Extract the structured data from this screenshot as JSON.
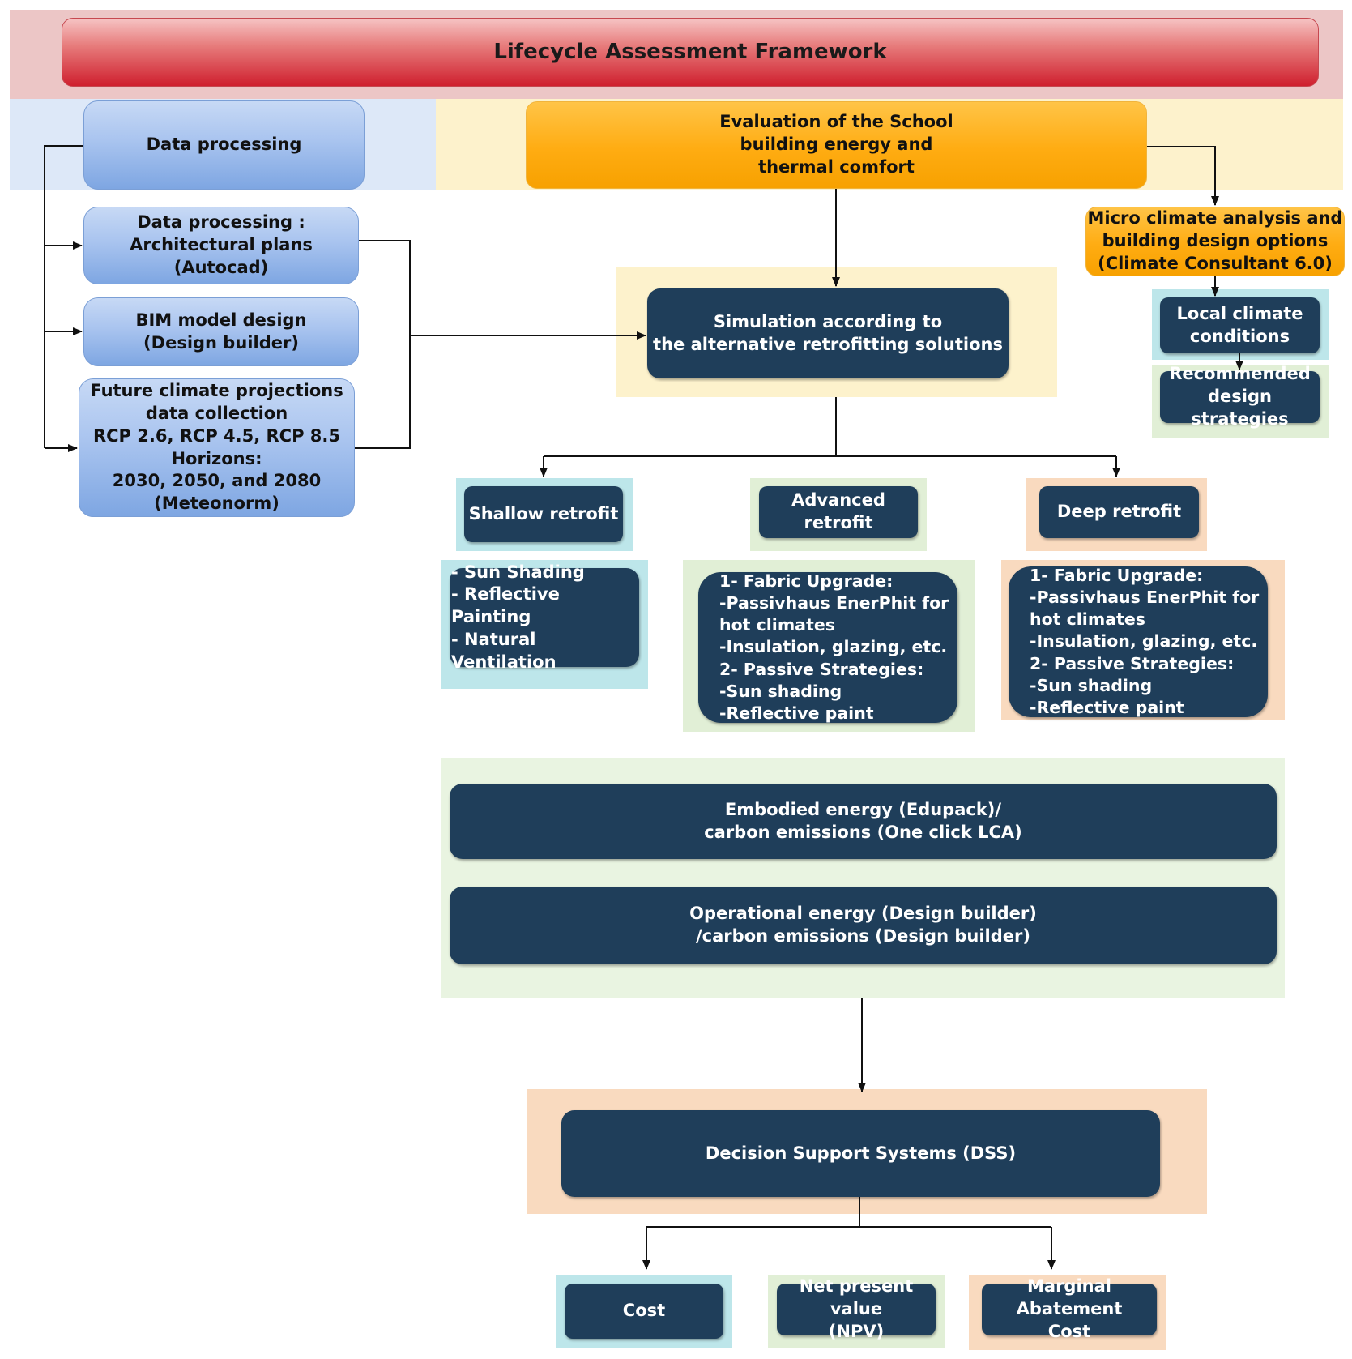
{
  "diagram": {
    "title": "Lifecycle Assessment Framework",
    "data_processing": {
      "header": "Data processing",
      "items": [
        "Data processing :\nArchitectural plans\n(Autocad)",
        "BIM model design\n(Design builder)",
        "Future climate projections\ndata collection\nRCP 2.6, RCP 4.5, RCP 8.5\nHorizons:\n2030, 2050, and 2080\n(Meteonorm)"
      ]
    },
    "evaluation": "Evaluation of the School\nbuilding energy and\nthermal comfort",
    "simulation": "Simulation according to\nthe alternative retrofitting solutions",
    "micro_climate": {
      "header": "Micro climate analysis and\nbuilding design options\n(Climate Consultant 6.0)",
      "local": "Local climate\nconditions",
      "recommended": "Recommended\ndesign strategies"
    },
    "retrofits": [
      {
        "label": "Shallow retrofit",
        "details": "- Sun Shading\n- Reflective Painting\n- Natural Ventilation"
      },
      {
        "label": "Advanced retrofit",
        "details": "1- Fabric Upgrade:\n      -Passivhaus EnerPhit for\n        hot climates\n      -Insulation, glazing, etc.\n2- Passive Strategies:\n      -Sun shading\n      -Reflective paint"
      },
      {
        "label": "Deep retrofit",
        "details": "1- Fabric Upgrade:\n      -Passivhaus EnerPhit for\n        hot climates\n      -Insulation, glazing, etc.\n2- Passive Strategies:\n      -Sun shading\n      -Reflective paint"
      }
    ],
    "embodied": "Embodied energy (Edupack)/\ncarbon emissions (One click LCA)",
    "operational": "Operational energy (Design builder)\n/carbon emissions (Design builder)",
    "dss": "Decision Support Systems (DSS)",
    "outputs": [
      "Cost",
      "Net present value\n(NPV)",
      "Marginal Abatement\nCost"
    ]
  },
  "colors": {
    "dark_node": "#1f3e5a",
    "panel_pink": "#ecc6c6",
    "panel_light_blue": "#dde8f8",
    "panel_light_yellow": "#fdf2cc",
    "panel_cyan": "#bde6ea",
    "panel_green": "#e1efd6",
    "panel_peach": "#f9dabf",
    "arrow": "#111111"
  }
}
